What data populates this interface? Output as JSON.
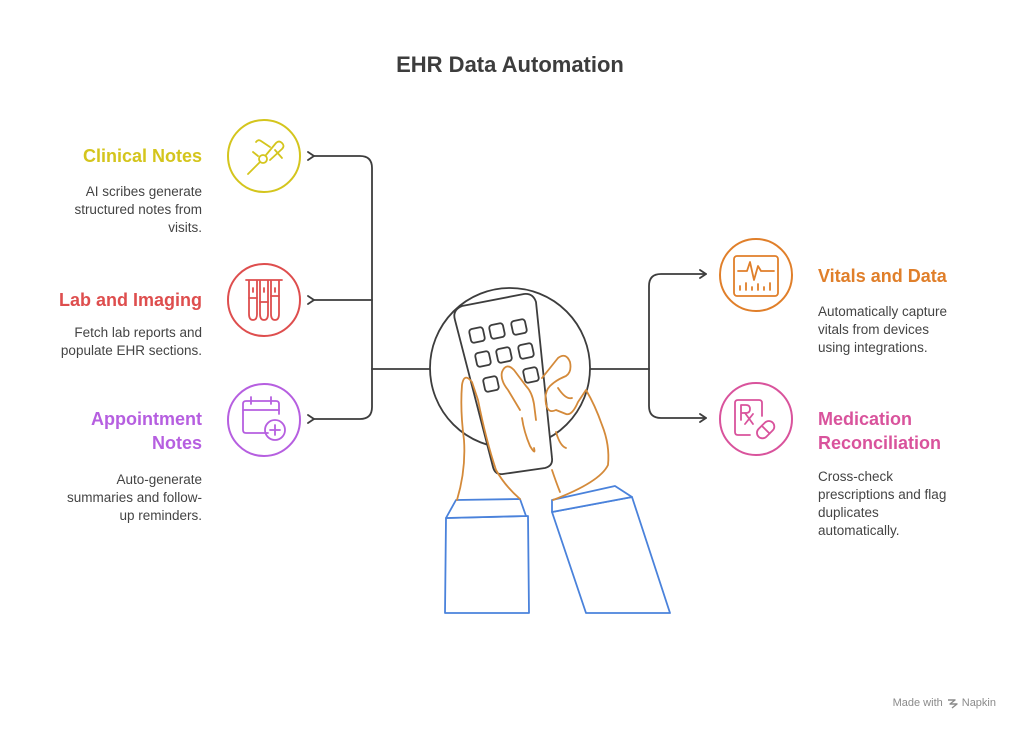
{
  "title": "EHR Data Automation",
  "colors": {
    "clinical": "#d4c51d",
    "lab": "#de4e4e",
    "appointment": "#b65fe0",
    "vitals": "#e07f2a",
    "medication": "#d9539c",
    "connector": "#3d3d3d",
    "hand": "#d48a3a",
    "sleeve": "#4a82db"
  },
  "items": {
    "clinical": {
      "title": "Clinical Notes",
      "desc": [
        "AI scribes generate",
        "structured notes from",
        "visits."
      ],
      "icon": "pen-writing-icon"
    },
    "lab": {
      "title": "Lab and Imaging",
      "desc": [
        "Fetch lab reports and",
        "populate EHR sections."
      ],
      "icon": "test-tubes-icon"
    },
    "appointment": {
      "title": [
        "Appointment",
        "Notes"
      ],
      "desc": [
        "Auto-generate",
        "summaries and follow-",
        "up reminders."
      ],
      "icon": "calendar-add-icon"
    },
    "vitals": {
      "title": "Vitals and Data",
      "desc": [
        "Automatically capture",
        "vitals from devices",
        "using integrations."
      ],
      "icon": "heart-monitor-icon"
    },
    "medication": {
      "title": [
        "Medication",
        "Reconciliation"
      ],
      "desc": [
        "Cross-check",
        "prescriptions and flag",
        "duplicates",
        "automatically."
      ],
      "icon": "prescription-pill-icon"
    }
  },
  "center_icon": "hand-remote-control-icon",
  "watermark": {
    "prefix": "Made with",
    "brand": "Napkin"
  }
}
